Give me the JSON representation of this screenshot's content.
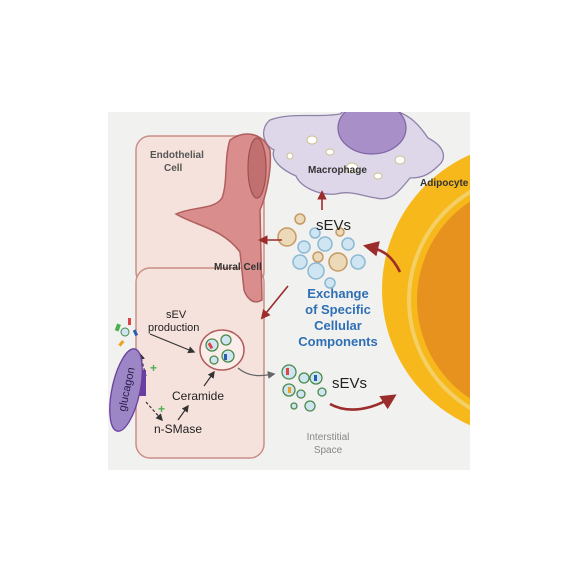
{
  "labels": {
    "endothelial_cell_line1": "Endothelial",
    "endothelial_cell_line2": "Cell",
    "mural_cell": "Mural Cell",
    "macrophage": "Macrophage",
    "adipocyte": "Adipocyte",
    "sevs_top": "sEVs",
    "sevs_bottom": "sEVs",
    "exchange_line1": "Exchange",
    "exchange_line2": "of Specific",
    "exchange_line3": "Cellular",
    "exchange_line4": "Components",
    "sev_production_line1": "sEV",
    "sev_production_line2": "production",
    "ceramide": "Ceramide",
    "n_smase": "n-SMase",
    "glucagon": "glucagon",
    "plus_sign": "+",
    "interstitial_line1": "Interstitial",
    "interstitial_line2": "Space"
  },
  "colors": {
    "background_panel": "#f1f1ef",
    "endothelial_fill": "#f6e2dc",
    "endothelial_stroke": "#c98f86",
    "mural_fill": "#d98d8d",
    "mural_stroke": "#b05e5e",
    "macrophage_fill": "#ded7ea",
    "macrophage_nucleus": "#a98fc7",
    "adipocyte_outer": "#f7b81c",
    "adipocyte_inner": "#e7921f",
    "arrow_red": "#9b2c2c",
    "exchange_text": "#2f6fb5",
    "glucagon_fill": "#9c86c6",
    "receptor_purple": "#6a3fa0",
    "plus_green": "#4caf50",
    "vesicle_blue_fill": "#cfe6f2",
    "vesicle_blue_stroke": "#8bb9d4",
    "vesicle_tan_fill": "#ecd9b8",
    "vesicle_tan_stroke": "#c49a63"
  }
}
